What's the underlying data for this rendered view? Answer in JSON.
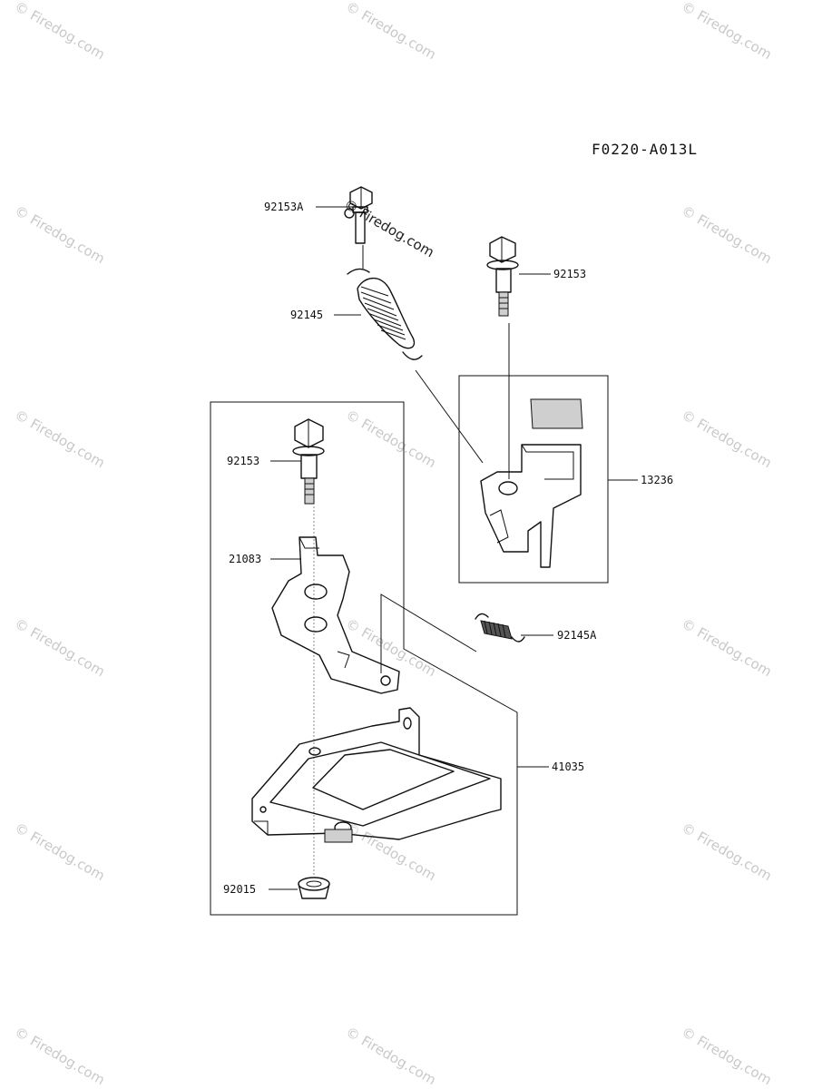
{
  "diagram_code": "F0220-A013L",
  "watermark": "© Firedog.com",
  "parts": [
    {
      "id": "bolt-top-left",
      "label": "92153A"
    },
    {
      "id": "bolt-top-right",
      "label": "92153"
    },
    {
      "id": "spring-large",
      "label": "92145"
    },
    {
      "id": "bracket-right",
      "label": "13236"
    },
    {
      "id": "bolt-left",
      "label": "92153"
    },
    {
      "id": "lever",
      "label": "21083"
    },
    {
      "id": "spring-small",
      "label": "92145A"
    },
    {
      "id": "base-plate",
      "label": "41035"
    },
    {
      "id": "nut",
      "label": "92015"
    }
  ]
}
